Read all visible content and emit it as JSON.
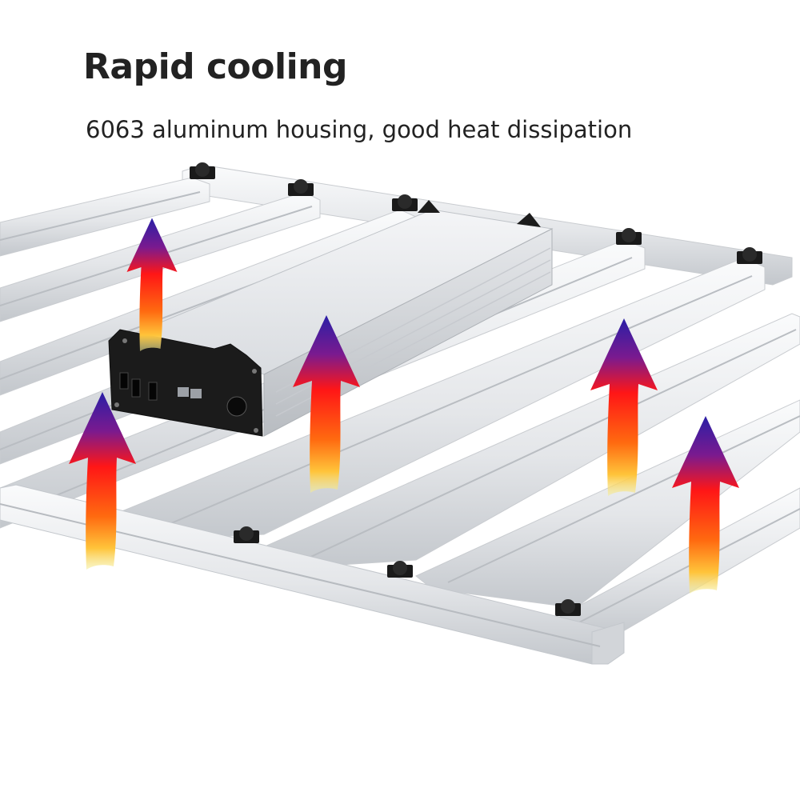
{
  "heading": {
    "title": "Rapid cooling",
    "subtitle": "6063 aluminum housing, good heat dissipation"
  },
  "colors": {
    "text": "#222222",
    "aluminum_light": "#f0f1f3",
    "aluminum_mid": "#d4d7db",
    "aluminum_dark": "#b9bdc2",
    "driver_panel": "#1b1b1b",
    "arrow_top": "#3b1f9e",
    "arrow_mid": "#ff1a1a",
    "arrow_bottom": "#f2e27a"
  },
  "illustration": {
    "subject": "LED grow light aluminum bar frame with driver box",
    "arrow_icon": "heat-up-arrow-icon",
    "arrow_count": 5
  }
}
